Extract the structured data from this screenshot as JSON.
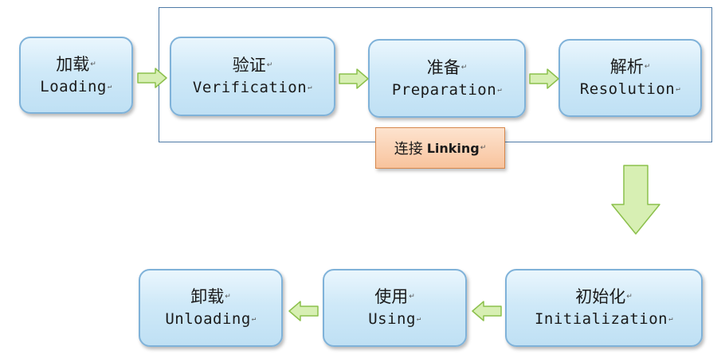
{
  "stages": {
    "loading": {
      "zh": "加载",
      "en": "Loading"
    },
    "verification": {
      "zh": "验证",
      "en": "Verification"
    },
    "preparation": {
      "zh": "准备",
      "en": "Preparation"
    },
    "resolution": {
      "zh": "解析",
      "en": "Resolution"
    },
    "initialization": {
      "zh": "初始化",
      "en": "Initialization"
    },
    "using": {
      "zh": "使用",
      "en": "Using"
    },
    "unloading": {
      "zh": "卸载",
      "en": "Unloading"
    }
  },
  "linking": {
    "zh": "连接",
    "en": "Linking"
  },
  "paragraph_mark": "↵",
  "colors": {
    "box_border": "#7fb2d9",
    "box_fill": "#cfe9f8",
    "arrow_fill": "#d7efb3",
    "arrow_stroke": "#8cc04c",
    "linking_fill": "#f8c39c",
    "frame": "#4e7aa6"
  }
}
